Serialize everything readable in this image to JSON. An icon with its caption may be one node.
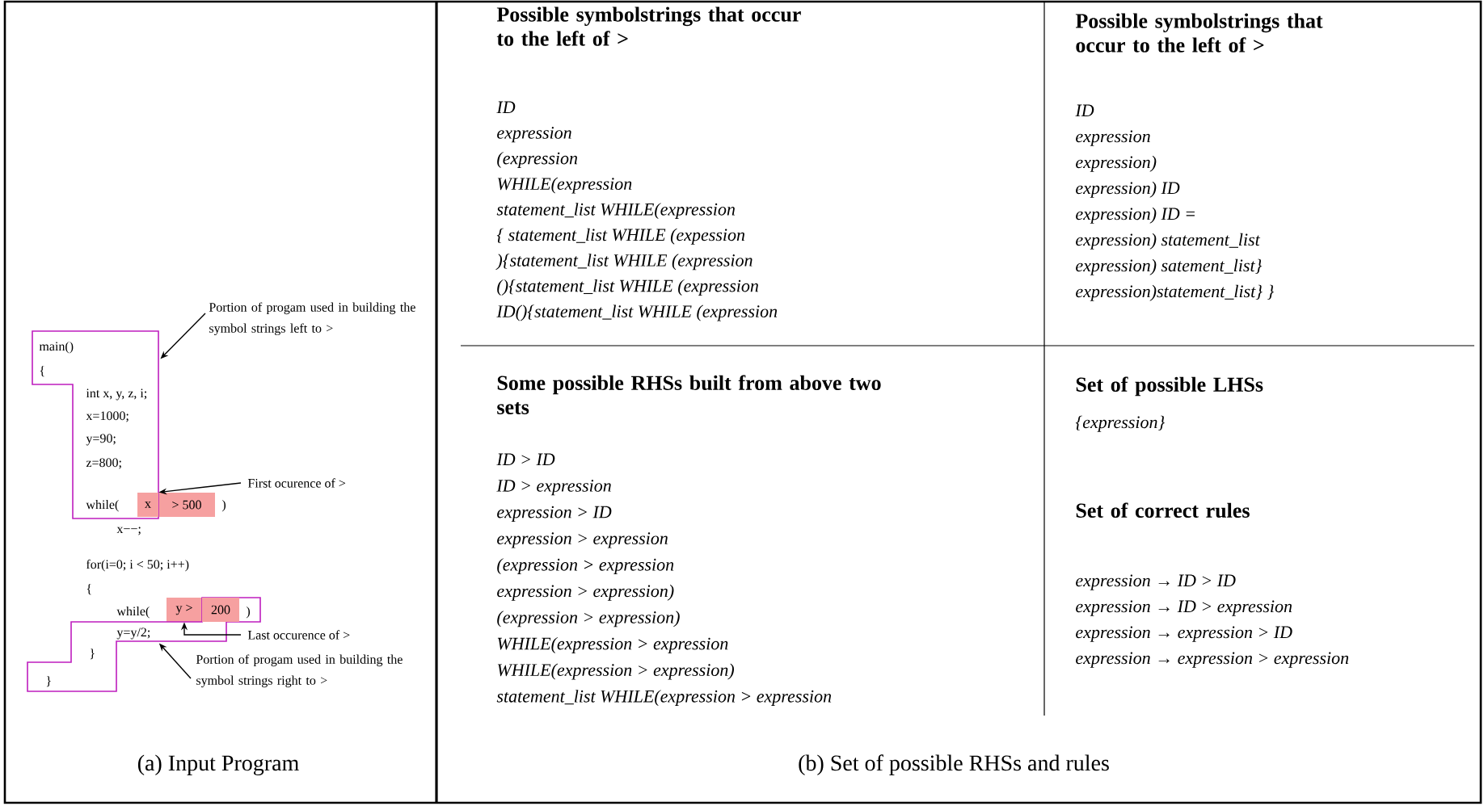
{
  "diagram": {
    "nodes": [
      {
        "text": [
          "Portion of progam used in building the symbol strings left to >"
        ]
      },
      {
        "text": [],
        "shape": "box"
      },
      {
        "text": [
          "First ocurence of >"
        ]
      },
      {
        "text": [
          "x"
        ],
        "in": 1
      },
      {
        "text": [
          "> 500"
        ]
      },
      {
        "text": [
          "y >"
        ]
      },
      {
        "text": [
          "200"
        ],
        "in": 7
      },
      {
        "text": [],
        "shape": "box"
      },
      {
        "text": [
          "Last occurence of >"
        ]
      },
      {
        "text": [
          "Portion of progam used in building the symbol strings right to >"
        ]
      },
      {
        "text": [
          "Possible symbolstrings that occur to the left of >",
          "ID",
          "expression",
          "(expression",
          "WHILE(expression",
          "statement_list WHILE(expression",
          "{ statement_list WHILE (expession",
          "){statement_list WHILE (expression",
          "(){statement_list WHILE (expression",
          "ID(){statement_list WHILE (expression"
        ]
      },
      {
        "text": [
          "Possible symbolstrings that occur to the left of >",
          "ID",
          "expression",
          "expression)",
          "expression) ID",
          "expression) ID =",
          "expression) statement_list",
          "expression) satement_list}",
          "expression)statement_list} }"
        ]
      },
      {
        "text": [
          "Some possible RHSs built from above two sets",
          "ID > ID",
          "ID > expression",
          "expression > ID",
          "expression > expression",
          "(expression > expression",
          "expression > expression)",
          "(expression > expression)",
          "WHILE(expression > expression",
          "WHILE(expression > expression)",
          "statement_list WHILE(expression > expression"
        ]
      },
      {
        "text": [
          "Set of possible LHSs",
          "{expression}",
          "Set of correct rules",
          "expression → ID > ID",
          "expression → ID > expression",
          "expression → expression > ID",
          "expression → expression > expression"
        ]
      }
    ],
    "edges": [
      {
        "from": 0,
        "to": 1,
        "arrow": "to"
      },
      {
        "from": 2,
        "to": 3,
        "arrow": "to"
      },
      {
        "from": 8,
        "to": 5,
        "arrow": "to"
      },
      {
        "from": 9,
        "to": 7,
        "arrow": "to"
      }
    ],
    "labels": [
      "main()",
      "{",
      "int x, y, z, i;",
      "x=1000;",
      "y=90;",
      "z=800;",
      "while(",
      ")",
      "x−−;",
      "for(i=0; i < 50; i++)",
      "{",
      "while(",
      ")",
      "y=y/2;",
      "}",
      "}",
      "(a) Input Program",
      "(b) Set of possible RHSs and rules"
    ]
  }
}
